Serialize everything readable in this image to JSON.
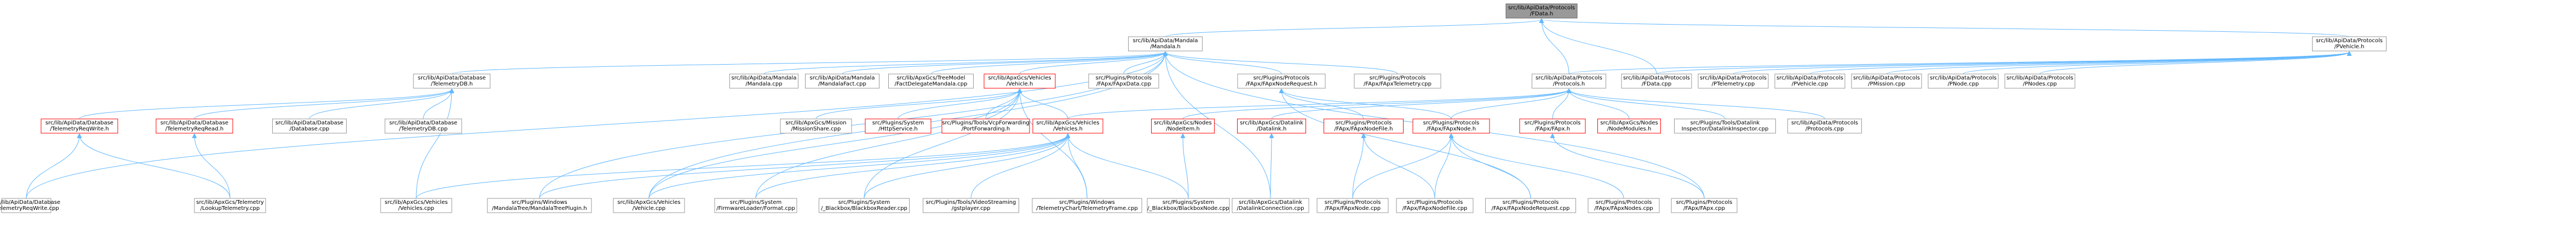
{
  "colors": {
    "edge": "#63b8ff",
    "box_border": "#999999",
    "root_fill": "#999999",
    "highlight_border": "#ff0000",
    "background": "#ffffff"
  },
  "nodes": [
    {
      "id": "root",
      "lines": [
        "src/lib/ApiData/Protocols",
        "/FData.h"
      ],
      "style": "root"
    },
    {
      "id": "mandala_h",
      "lines": [
        "src/lib/ApiData/Mandala",
        "/Mandala.h"
      ],
      "style": "normal"
    },
    {
      "id": "pvehicle_h",
      "lines": [
        "src/lib/ApiData/Protocols",
        "/PVehicle.h"
      ],
      "style": "normal"
    },
    {
      "id": "telemetrydb_h",
      "lines": [
        "src/lib/ApiData/Database",
        "/TelemetryDB.h"
      ],
      "style": "normal"
    },
    {
      "id": "mandala_cpp",
      "lines": [
        "src/lib/ApiData/Mandala",
        "/Mandala.cpp"
      ],
      "style": "normal"
    },
    {
      "id": "mandalafact_cpp",
      "lines": [
        "src/lib/ApiData/Mandala",
        "/MandalaFact.cpp"
      ],
      "style": "normal"
    },
    {
      "id": "factdelegate_cpp",
      "lines": [
        "src/lib/ApxGcs/TreeModel",
        "/FactDelegateMandala.cpp"
      ],
      "style": "normal"
    },
    {
      "id": "vehicle_h",
      "lines": [
        "src/lib/ApxGcs/Vehicles",
        "/Vehicle.h"
      ],
      "style": "red"
    },
    {
      "id": "fapxdata_cpp",
      "lines": [
        "src/Plugins/Protocols",
        "/FApx/FApxData.cpp"
      ],
      "style": "normal"
    },
    {
      "id": "fapxnoderequest_h",
      "lines": [
        "src/Plugins/Protocols",
        "/FApx/FApxNodeRequest.h"
      ],
      "style": "normal"
    },
    {
      "id": "fapxtelemetry_cpp",
      "lines": [
        "src/Plugins/Protocols",
        "/FApx/FApxTelemetry.cpp"
      ],
      "style": "normal"
    },
    {
      "id": "protocols_h",
      "lines": [
        "src/lib/ApiData/Protocols",
        "/Protocols.h"
      ],
      "style": "normal"
    },
    {
      "id": "fdata_cpp",
      "lines": [
        "src/lib/ApiData/Protocols",
        "/FData.cpp"
      ],
      "style": "normal"
    },
    {
      "id": "ptelemetry_cpp",
      "lines": [
        "src/lib/ApiData/Protocols",
        "/PTelemetry.cpp"
      ],
      "style": "normal"
    },
    {
      "id": "pvehicle_cpp",
      "lines": [
        "src/lib/ApiData/Protocols",
        "/PVehicle.cpp"
      ],
      "style": "normal"
    },
    {
      "id": "pmission_cpp",
      "lines": [
        "src/lib/ApiData/Protocols",
        "/PMission.cpp"
      ],
      "style": "normal"
    },
    {
      "id": "pnode_cpp",
      "lines": [
        "src/lib/ApiData/Protocols",
        "/PNode.cpp"
      ],
      "style": "normal"
    },
    {
      "id": "pnodes_cpp",
      "lines": [
        "src/lib/ApiData/Protocols",
        "/PNodes.cpp"
      ],
      "style": "normal"
    },
    {
      "id": "telemetryreqwrite_h",
      "lines": [
        "src/lib/ApiData/Database",
        "/TelemetryReqWrite.h"
      ],
      "style": "red"
    },
    {
      "id": "telemetryreqread_h",
      "lines": [
        "src/lib/ApiData/Database",
        "/TelemetryReqRead.h"
      ],
      "style": "red"
    },
    {
      "id": "database_cpp",
      "lines": [
        "src/lib/ApiData/Database",
        "/Database.cpp"
      ],
      "style": "normal"
    },
    {
      "id": "telemetrydb_cpp",
      "lines": [
        "src/lib/ApiData/Database",
        "/TelemetryDB.cpp"
      ],
      "style": "normal"
    },
    {
      "id": "missionshare_cpp",
      "lines": [
        "src/lib/ApxGcs/Mission",
        "/MissionShare.cpp"
      ],
      "style": "normal"
    },
    {
      "id": "httpservice_h",
      "lines": [
        "src/Plugins/System",
        "/HttpService.h"
      ],
      "style": "red"
    },
    {
      "id": "portforwarding_h",
      "lines": [
        "src/Plugins/Tools/VcpForwarding",
        "/PortForwarding.h"
      ],
      "style": "red"
    },
    {
      "id": "vehicles_h",
      "lines": [
        "src/lib/ApxGcs/Vehicles",
        "/Vehicles.h"
      ],
      "style": "red"
    },
    {
      "id": "nodeitem_h",
      "lines": [
        "src/lib/ApxGcs/Nodes",
        "/NodeItem.h"
      ],
      "style": "red"
    },
    {
      "id": "datalink_h",
      "lines": [
        "src/lib/ApxGcs/Datalink",
        "/Datalink.h"
      ],
      "style": "red"
    },
    {
      "id": "fapxnodefile_h",
      "lines": [
        "src/Plugins/Protocols",
        "/FApx/FApxNodeFile.h"
      ],
      "style": "red"
    },
    {
      "id": "fapxnode_h",
      "lines": [
        "src/Plugins/Protocols",
        "/FApx/FApxNode.h"
      ],
      "style": "red"
    },
    {
      "id": "fapx_h",
      "lines": [
        "src/Plugins/Protocols",
        "/FApx/FApx.h"
      ],
      "style": "red"
    },
    {
      "id": "nodemodules_h",
      "lines": [
        "src/lib/ApxGcs/Nodes",
        "/NodeModules.h"
      ],
      "style": "red"
    },
    {
      "id": "datalinkinspector_cpp",
      "lines": [
        "src/Plugins/Tools/Datalink",
        "Inspector/DatalinkInspector.cpp"
      ],
      "style": "normal"
    },
    {
      "id": "protocols_cpp",
      "lines": [
        "src/lib/ApiData/Protocols",
        "/Protocols.cpp"
      ],
      "style": "normal"
    },
    {
      "id": "telemetryreqwrite_cpp",
      "lines": [
        "src/lib/ApiData/Database",
        "/TelemetryReqWrite.cpp"
      ],
      "style": "normal"
    },
    {
      "id": "lookuptelemetry_cpp",
      "lines": [
        "src/lib/ApxGcs/Telemetry",
        "/LookupTelemetry.cpp"
      ],
      "style": "normal"
    },
    {
      "id": "vehicles_cpp",
      "lines": [
        "src/lib/ApxGcs/Vehicles",
        "/Vehicles.cpp"
      ],
      "style": "normal"
    },
    {
      "id": "mandalatree_cpp",
      "lines": [
        "src/Plugins/Windows",
        "/MandalaTree/MandalaTreePlugin.h"
      ],
      "style": "normal"
    },
    {
      "id": "vehicle_cpp",
      "lines": [
        "src/lib/ApxGcs/Vehicles",
        "/Vehicle.cpp"
      ],
      "style": "normal"
    },
    {
      "id": "firmwareloader_cpp",
      "lines": [
        "src/Plugins/System",
        "/FirmwareLoader/Format.cpp"
      ],
      "style": "normal"
    },
    {
      "id": "blackboxreader_cpp",
      "lines": [
        "src/Plugins/System",
        "/_Blackbox/BlackboxReader.cpp"
      ],
      "style": "normal"
    },
    {
      "id": "gstplayer_cpp",
      "lines": [
        "src/Plugins/Tools/VideoStreaming",
        "/gstplayer.cpp"
      ],
      "style": "normal"
    },
    {
      "id": "telemetryframe_cpp",
      "lines": [
        "src/Plugins/Windows",
        "/TelemetryChart/TelemetryFrame.cpp"
      ],
      "style": "normal"
    },
    {
      "id": "blackboxnode_cpp",
      "lines": [
        "src/Plugins/System",
        "/_Blackbox/BlackboxNode.cpp"
      ],
      "style": "normal"
    },
    {
      "id": "datalinkconnection_cpp",
      "lines": [
        "src/lib/ApxGcs/Datalink",
        "/DatalinkConnection.cpp"
      ],
      "style": "normal"
    },
    {
      "id": "fapxnode_cpp",
      "lines": [
        "src/Plugins/Protocols",
        "/FApx/FApxNode.cpp"
      ],
      "style": "normal"
    },
    {
      "id": "fapxnodefile_cpp",
      "lines": [
        "src/Plugins/Protocols",
        "/FApx/FApxNodeFile.cpp"
      ],
      "style": "normal"
    },
    {
      "id": "fapxnoderequest_cpp",
      "lines": [
        "src/Plugins/Protocols",
        "/FApx/FApxNodeRequest.cpp"
      ],
      "style": "normal"
    },
    {
      "id": "fapxnodes_cpp",
      "lines": [
        "src/Plugins/Protocols",
        "/FApx/FApxNodes.cpp"
      ],
      "style": "normal"
    },
    {
      "id": "fapx_cpp",
      "lines": [
        "src/Plugins/Protocols",
        "/FApx/FApx.cpp"
      ],
      "style": "normal"
    }
  ],
  "edges": [
    [
      "root",
      "mandala_h"
    ],
    [
      "root",
      "pvehicle_h"
    ],
    [
      "root",
      "protocols_h"
    ],
    [
      "root",
      "fdata_cpp"
    ],
    [
      "mandala_h",
      "telemetrydb_h"
    ],
    [
      "mandala_h",
      "mandala_cpp"
    ],
    [
      "mandala_h",
      "mandalafact_cpp"
    ],
    [
      "mandala_h",
      "factdelegate_cpp"
    ],
    [
      "mandala_h",
      "vehicle_h"
    ],
    [
      "mandala_h",
      "fapxdata_cpp"
    ],
    [
      "mandala_h",
      "fapxnoderequest_h"
    ],
    [
      "mandala_h",
      "fapxtelemetry_cpp"
    ],
    [
      "mandala_h",
      "telemetryreqwrite_cpp"
    ],
    [
      "mandala_h",
      "mandalatree_cpp"
    ],
    [
      "mandala_h",
      "vehicle_cpp"
    ],
    [
      "mandala_h",
      "datalinkconnection_cpp"
    ],
    [
      "mandala_h",
      "fapx_cpp"
    ],
    [
      "pvehicle_h",
      "protocols_h"
    ],
    [
      "pvehicle_h",
      "fdata_cpp"
    ],
    [
      "pvehicle_h",
      "ptelemetry_cpp"
    ],
    [
      "pvehicle_h",
      "pvehicle_cpp"
    ],
    [
      "pvehicle_h",
      "pmission_cpp"
    ],
    [
      "pvehicle_h",
      "pnode_cpp"
    ],
    [
      "pvehicle_h",
      "pnodes_cpp"
    ],
    [
      "telemetrydb_h",
      "telemetryreqwrite_h"
    ],
    [
      "telemetrydb_h",
      "telemetryreqread_h"
    ],
    [
      "telemetrydb_h",
      "database_cpp"
    ],
    [
      "telemetrydb_h",
      "telemetrydb_cpp"
    ],
    [
      "telemetrydb_h",
      "vehicles_cpp"
    ],
    [
      "telemetryreqwrite_h",
      "telemetryreqwrite_cpp"
    ],
    [
      "telemetryreqwrite_h",
      "lookuptelemetry_cpp"
    ],
    [
      "telemetryreqread_h",
      "lookuptelemetry_cpp"
    ],
    [
      "vehicle_h",
      "missionshare_cpp"
    ],
    [
      "vehicle_h",
      "httpservice_h"
    ],
    [
      "vehicle_h",
      "portforwarding_h"
    ],
    [
      "vehicle_h",
      "vehicles_h"
    ],
    [
      "vehicle_h",
      "vehicle_cpp"
    ],
    [
      "vehicle_h",
      "firmwareloader_cpp"
    ],
    [
      "vehicle_h",
      "blackboxreader_cpp"
    ],
    [
      "vehicle_h",
      "telemetryframe_cpp"
    ],
    [
      "vehicles_h",
      "vehicles_cpp"
    ],
    [
      "vehicles_h",
      "mandalatree_cpp"
    ],
    [
      "vehicles_h",
      "vehicle_cpp"
    ],
    [
      "vehicles_h",
      "firmwareloader_cpp"
    ],
    [
      "vehicles_h",
      "blackboxreader_cpp"
    ],
    [
      "vehicles_h",
      "gstplayer_cpp"
    ],
    [
      "vehicles_h",
      "telemetryframe_cpp"
    ],
    [
      "vehicles_h",
      "blackboxnode_cpp"
    ],
    [
      "nodeitem_h",
      "blackboxnode_cpp"
    ],
    [
      "datalink_h",
      "datalinkconnection_cpp"
    ],
    [
      "fapxnoderequest_h",
      "fapxnodefile_h"
    ],
    [
      "fapxnoderequest_h",
      "fapxnode_h"
    ],
    [
      "fapxnoderequest_h",
      "fapxnoderequest_cpp"
    ],
    [
      "fapxnodefile_h",
      "fapxnode_cpp"
    ],
    [
      "fapxnodefile_h",
      "fapxnodefile_cpp"
    ],
    [
      "fapxnode_h",
      "fapxnode_cpp"
    ],
    [
      "fapxnode_h",
      "fapxnodefile_cpp"
    ],
    [
      "fapxnode_h",
      "fapxnoderequest_cpp"
    ],
    [
      "fapxnode_h",
      "fapxnodes_cpp"
    ],
    [
      "protocols_h",
      "vehicles_h"
    ],
    [
      "protocols_h",
      "nodeitem_h"
    ],
    [
      "protocols_h",
      "datalink_h"
    ],
    [
      "protocols_h",
      "fapxnode_h"
    ],
    [
      "protocols_h",
      "fapx_h"
    ],
    [
      "protocols_h",
      "nodemodules_h"
    ],
    [
      "protocols_h",
      "datalinkinspector_cpp"
    ],
    [
      "protocols_h",
      "protocols_cpp"
    ],
    [
      "fapx_h",
      "fapx_cpp"
    ]
  ]
}
